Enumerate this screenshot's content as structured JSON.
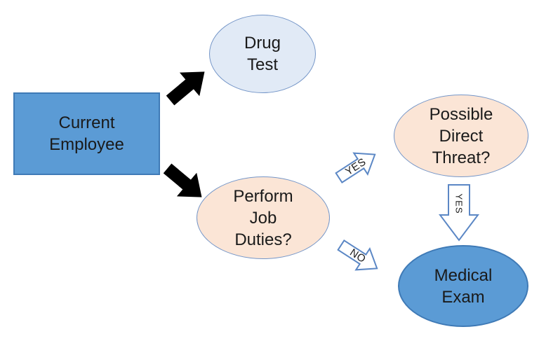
{
  "diagram": {
    "background": "#ffffff",
    "nodes": {
      "current_employee": {
        "shape": "rectangle",
        "fill": "#5b9bd5",
        "border": "#3f7ab6",
        "lines": [
          "Current",
          "Employee"
        ]
      },
      "drug_test": {
        "shape": "ellipse",
        "fill": "#e1eaf6",
        "border": "#7596c8",
        "lines": [
          "Drug",
          "Test"
        ]
      },
      "perform_job_duties": {
        "shape": "ellipse",
        "fill": "#fbe5d6",
        "border": "#7596c8",
        "lines": [
          "Perform",
          "Job",
          "Duties?"
        ]
      },
      "possible_direct_threat": {
        "shape": "ellipse",
        "fill": "#fbe5d6",
        "border": "#7596c8",
        "lines": [
          "Possible",
          "Direct",
          "Threat?"
        ]
      },
      "medical_exam": {
        "shape": "ellipse",
        "fill": "#5b9bd5",
        "border": "#3f7ab6",
        "lines": [
          "Medical",
          "Exam"
        ]
      }
    },
    "connectors": {
      "employee_to_drug_test": {
        "type": "solid-black-block-arrow",
        "direction": "up-right"
      },
      "employee_to_perform_duties": {
        "type": "solid-black-block-arrow",
        "direction": "down-right"
      },
      "perform_to_threat": {
        "type": "outlined-block-arrow",
        "direction": "up-right",
        "label": "YES"
      },
      "threat_to_exam": {
        "type": "outlined-block-arrow",
        "direction": "down",
        "label": "YES"
      },
      "perform_to_exam": {
        "type": "outlined-block-arrow",
        "direction": "down-right",
        "label": "NO"
      }
    },
    "colors": {
      "black_arrow_fill": "#000000",
      "outline_arrow_stroke": "#5b87c5",
      "outline_arrow_fill": "#ffffff",
      "text": "#1a1a1a"
    }
  }
}
